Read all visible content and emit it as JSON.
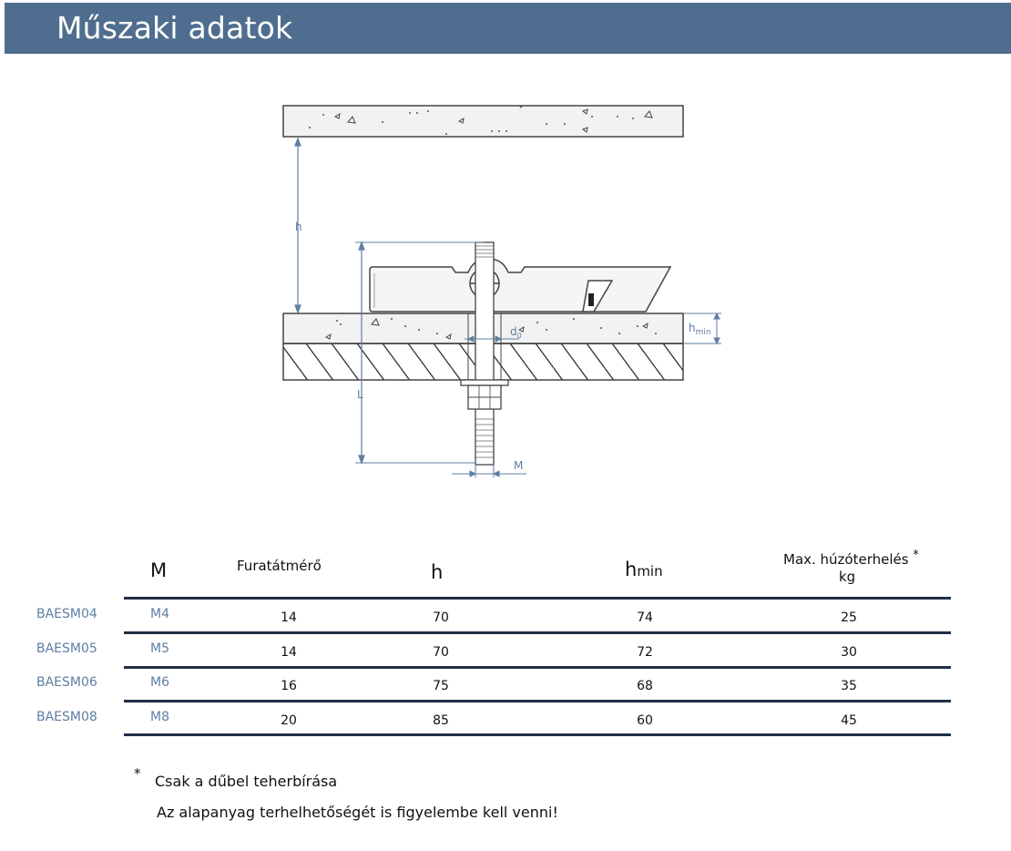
{
  "header": {
    "title": "Műszaki adatok"
  },
  "diagram_labels": {
    "h": "h",
    "L": "L",
    "M": "M",
    "d0_main": "d",
    "d0_sub": "0",
    "hmin_main": "h",
    "hmin_sub": "min"
  },
  "table": {
    "headers": {
      "m": "M",
      "furat": "Furatátmérő",
      "h": "h",
      "hmin_main": "h",
      "hmin_sub": "min",
      "max_line1": "Max. húzóterhelés",
      "max_star": "*",
      "max_line2": "kg"
    },
    "rows": [
      {
        "code": "BAESM04",
        "m": "M4",
        "furat": "14",
        "h": "70",
        "hmin": "74",
        "max": "25"
      },
      {
        "code": "BAESM05",
        "m": "M5",
        "furat": "14",
        "h": "70",
        "hmin": "72",
        "max": "30"
      },
      {
        "code": "BAESM06",
        "m": "M6",
        "furat": "16",
        "h": "75",
        "hmin": "68",
        "max": "35"
      },
      {
        "code": "BAESM08",
        "m": "M8",
        "furat": "20",
        "h": "85",
        "hmin": "60",
        "max": "45"
      }
    ]
  },
  "notes": {
    "star": "*",
    "line1": "Csak a dűbel teherbírása",
    "line2": "Az alapanyag terhelhetőségét is figyelembe kell venni!"
  }
}
